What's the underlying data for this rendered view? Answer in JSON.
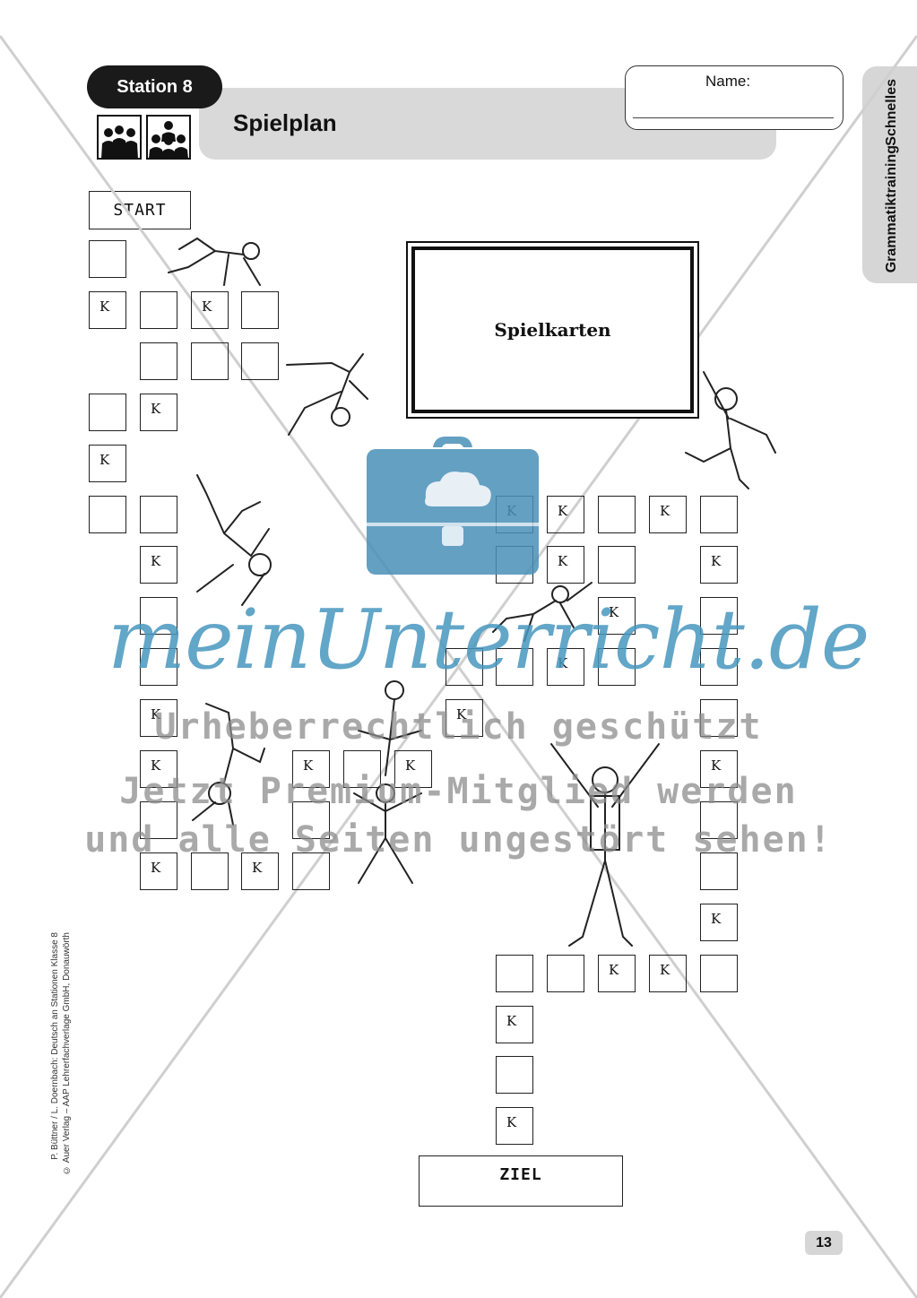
{
  "header": {
    "station": "Station 8",
    "title": "Spielplan",
    "name_label": "Name:"
  },
  "side_tab": {
    "line1": "Schnelles",
    "line2": "Grammatiktraining"
  },
  "board": {
    "start_label": "START",
    "goal_label": "ZIEL",
    "cards_label": "Spielkarten",
    "card_mark": "K",
    "squares": [
      {
        "c": 0,
        "r": 0,
        "k": false
      },
      {
        "c": 0,
        "r": 1,
        "k": true
      },
      {
        "c": 1,
        "r": 1,
        "k": false
      },
      {
        "c": 2,
        "r": 1,
        "k": true
      },
      {
        "c": 3,
        "r": 1,
        "k": false
      },
      {
        "c": 1,
        "r": 2,
        "k": false
      },
      {
        "c": 2,
        "r": 2,
        "k": false
      },
      {
        "c": 3,
        "r": 2,
        "k": false
      },
      {
        "c": 0,
        "r": 3,
        "k": false
      },
      {
        "c": 1,
        "r": 3,
        "k": true
      },
      {
        "c": 0,
        "r": 4,
        "k": true
      },
      {
        "c": 0,
        "r": 5,
        "k": false
      },
      {
        "c": 1,
        "r": 5,
        "k": false
      },
      {
        "c": 8,
        "r": 5,
        "k": true
      },
      {
        "c": 9,
        "r": 5,
        "k": true
      },
      {
        "c": 10,
        "r": 5,
        "k": false
      },
      {
        "c": 11,
        "r": 5,
        "k": true
      },
      {
        "c": 12,
        "r": 5,
        "k": false
      },
      {
        "c": 1,
        "r": 6,
        "k": true
      },
      {
        "c": 8,
        "r": 6,
        "k": false
      },
      {
        "c": 9,
        "r": 6,
        "k": true
      },
      {
        "c": 10,
        "r": 6,
        "k": false
      },
      {
        "c": 12,
        "r": 6,
        "k": true
      },
      {
        "c": 1,
        "r": 7,
        "k": false
      },
      {
        "c": 10,
        "r": 7,
        "k": true
      },
      {
        "c": 12,
        "r": 7,
        "k": false
      },
      {
        "c": 1,
        "r": 8,
        "k": false
      },
      {
        "c": 7,
        "r": 8,
        "k": false
      },
      {
        "c": 8,
        "r": 8,
        "k": false
      },
      {
        "c": 9,
        "r": 8,
        "k": true
      },
      {
        "c": 10,
        "r": 8,
        "k": false
      },
      {
        "c": 12,
        "r": 8,
        "k": false
      },
      {
        "c": 1,
        "r": 9,
        "k": true
      },
      {
        "c": 7,
        "r": 9,
        "k": true
      },
      {
        "c": 12,
        "r": 9,
        "k": false
      },
      {
        "c": 1,
        "r": 10,
        "k": true
      },
      {
        "c": 4,
        "r": 10,
        "k": true
      },
      {
        "c": 5,
        "r": 10,
        "k": false
      },
      {
        "c": 6,
        "r": 10,
        "k": true
      },
      {
        "c": 12,
        "r": 10,
        "k": true
      },
      {
        "c": 1,
        "r": 11,
        "k": false
      },
      {
        "c": 4,
        "r": 11,
        "k": false
      },
      {
        "c": 12,
        "r": 11,
        "k": false
      },
      {
        "c": 1,
        "r": 12,
        "k": true
      },
      {
        "c": 2,
        "r": 12,
        "k": false
      },
      {
        "c": 3,
        "r": 12,
        "k": true
      },
      {
        "c": 4,
        "r": 12,
        "k": false
      },
      {
        "c": 12,
        "r": 12,
        "k": false
      },
      {
        "c": 12,
        "r": 13,
        "k": true
      },
      {
        "c": 8,
        "r": 14,
        "k": false
      },
      {
        "c": 9,
        "r": 14,
        "k": false
      },
      {
        "c": 10,
        "r": 14,
        "k": true
      },
      {
        "c": 11,
        "r": 14,
        "k": true
      },
      {
        "c": 12,
        "r": 14,
        "k": false
      },
      {
        "c": 8,
        "r": 15,
        "k": true
      },
      {
        "c": 8,
        "r": 16,
        "k": false
      },
      {
        "c": 8,
        "r": 17,
        "k": true
      }
    ]
  },
  "watermark": {
    "brand": "meinUnterricht.de",
    "line1": "Urheberrechtlich geschützt",
    "line2": "Jetzt Premium-Mitglied werden",
    "line3": "und alle Seiten ungestört sehen!"
  },
  "footer": {
    "credit_line1": "P. Büttner / L. Doernbach: Deutsch an Stationen Klasse 8",
    "credit_line2": "© Auer Verlag – AAP Lehrerfachverlage GmbH, Donauwörth",
    "page_number": "13"
  },
  "colors": {
    "watermark_blue": "#4696be",
    "tab_grey": "#d6d6d6",
    "badge": "#1a1a1a"
  }
}
